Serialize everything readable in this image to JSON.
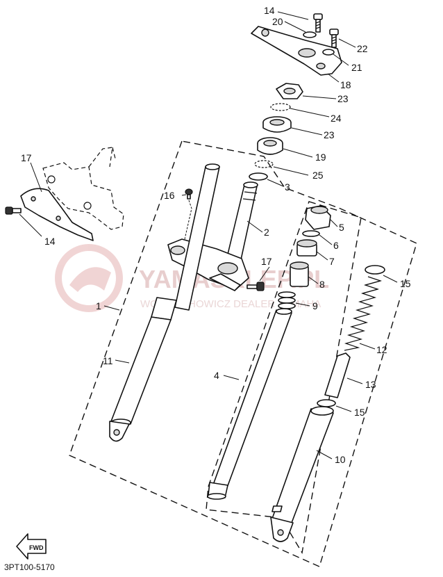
{
  "diagram": {
    "catalog_code": "3PT100-5170",
    "direction_badge": "FWD",
    "watermark": {
      "brand": "YAMASKLEP.PL",
      "subtitle": "WOJCIECHOWICZ DEALER YAMAHA"
    },
    "callouts": [
      {
        "id": "c1",
        "text": "1"
      },
      {
        "id": "c2",
        "text": "2"
      },
      {
        "id": "c3",
        "text": "3"
      },
      {
        "id": "c4",
        "text": "4"
      },
      {
        "id": "c5",
        "text": "5"
      },
      {
        "id": "c6",
        "text": "6"
      },
      {
        "id": "c7",
        "text": "7"
      },
      {
        "id": "c8",
        "text": "8"
      },
      {
        "id": "c9",
        "text": "9"
      },
      {
        "id": "c10",
        "text": "10"
      },
      {
        "id": "c11",
        "text": "11"
      },
      {
        "id": "c12",
        "text": "12"
      },
      {
        "id": "c13",
        "text": "13"
      },
      {
        "id": "c14a",
        "text": "14"
      },
      {
        "id": "c14b",
        "text": "14"
      },
      {
        "id": "c15a",
        "text": "15"
      },
      {
        "id": "c15b",
        "text": "15"
      },
      {
        "id": "c16",
        "text": "16"
      },
      {
        "id": "c17a",
        "text": "17"
      },
      {
        "id": "c17b",
        "text": "17"
      },
      {
        "id": "c18",
        "text": "18"
      },
      {
        "id": "c19",
        "text": "19"
      },
      {
        "id": "c20",
        "text": "20"
      },
      {
        "id": "c21",
        "text": "21"
      },
      {
        "id": "c22",
        "text": "22"
      },
      {
        "id": "c23a",
        "text": "23"
      },
      {
        "id": "c23b",
        "text": "23"
      },
      {
        "id": "c24",
        "text": "24"
      },
      {
        "id": "c25",
        "text": "25"
      }
    ]
  }
}
